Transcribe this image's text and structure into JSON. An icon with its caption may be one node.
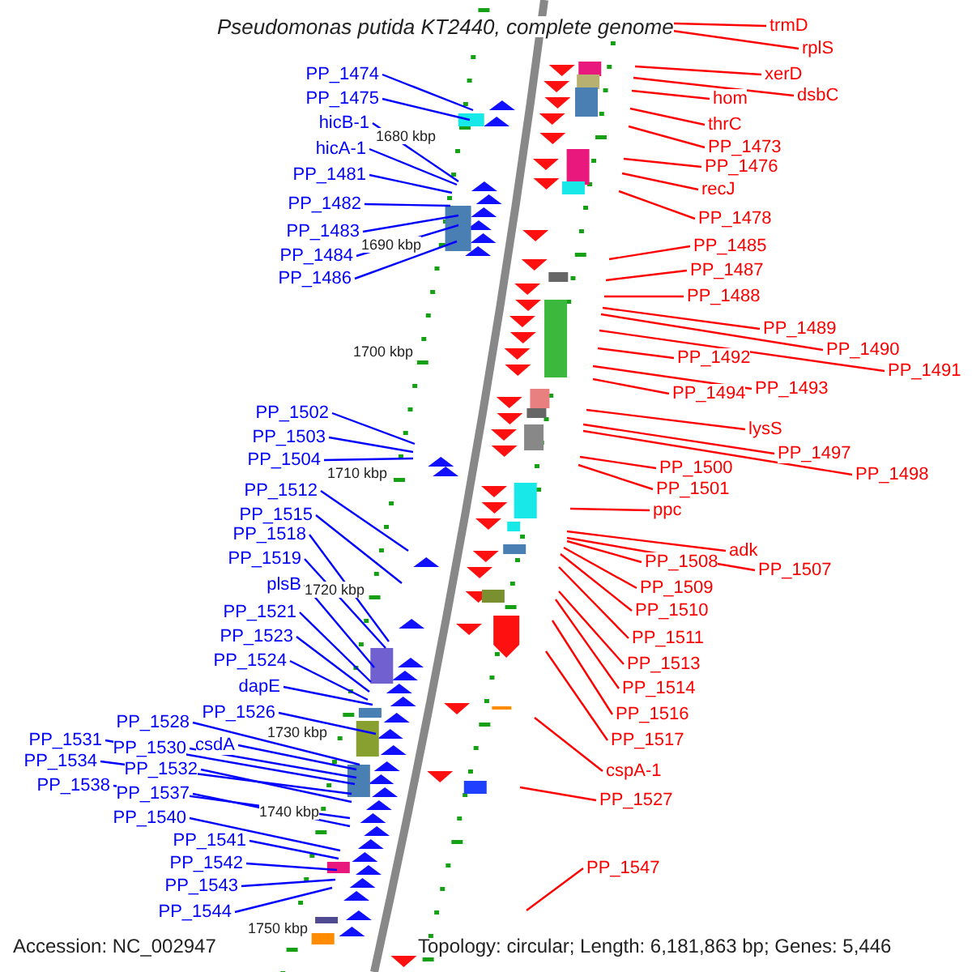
{
  "diagram": {
    "title": "Pseudomonas putida KT2440, complete genome",
    "nodes": [
      {
        "text": [
          "PP_1474"
        ]
      },
      {
        "text": [
          "PP_1475"
        ]
      },
      {
        "text": [
          "hicB-1"
        ]
      },
      {
        "text": [
          "hicA-1"
        ]
      },
      {
        "text": [
          "PP_1481"
        ]
      },
      {
        "text": [
          "PP_1482"
        ]
      },
      {
        "text": [
          "PP_1483"
        ]
      },
      {
        "text": [
          "PP_1484"
        ]
      },
      {
        "text": [
          "PP_1486"
        ]
      },
      {
        "text": [
          "PP_1502"
        ]
      },
      {
        "text": [
          "PP_1503"
        ]
      },
      {
        "text": [
          "PP_1504"
        ]
      },
      {
        "text": [
          "PP_1512"
        ]
      },
      {
        "text": [
          "PP_1515"
        ]
      },
      {
        "text": [
          "PP_1518"
        ]
      },
      {
        "text": [
          "PP_1519"
        ]
      },
      {
        "text": [
          "plsB"
        ]
      },
      {
        "text": [
          "PP_1521"
        ]
      },
      {
        "text": [
          "PP_1523"
        ]
      },
      {
        "text": [
          "PP_1524"
        ]
      },
      {
        "text": [
          "dapE"
        ]
      },
      {
        "text": [
          "PP_1526"
        ]
      },
      {
        "text": [
          "PP_1528"
        ]
      },
      {
        "text": [
          "PP_1531"
        ]
      },
      {
        "text": [
          "PP_1530"
        ]
      },
      {
        "text": [
          "csdA"
        ]
      },
      {
        "text": [
          "PP_1534"
        ]
      },
      {
        "text": [
          "PP_1532"
        ]
      },
      {
        "text": [
          "PP_1538"
        ]
      },
      {
        "text": [
          "PP_1537"
        ]
      },
      {
        "text": [
          "PP_1540"
        ]
      },
      {
        "text": [
          "PP_1541"
        ]
      },
      {
        "text": [
          "PP_1542"
        ]
      },
      {
        "text": [
          "PP_1543"
        ]
      },
      {
        "text": [
          "PP_1544"
        ]
      },
      {
        "text": [
          "trmD"
        ]
      },
      {
        "text": [
          "rplS"
        ]
      },
      {
        "text": [
          "xerD"
        ]
      },
      {
        "text": [
          "dsbC"
        ]
      },
      {
        "text": [
          "hom"
        ]
      },
      {
        "text": [
          "thrC"
        ]
      },
      {
        "text": [
          "PP_1473"
        ]
      },
      {
        "text": [
          "PP_1476"
        ]
      },
      {
        "text": [
          "recJ"
        ]
      },
      {
        "text": [
          "PP_1478"
        ]
      },
      {
        "text": [
          "PP_1485"
        ]
      },
      {
        "text": [
          "PP_1487"
        ]
      },
      {
        "text": [
          "PP_1488"
        ]
      },
      {
        "text": [
          "PP_1489"
        ]
      },
      {
        "text": [
          "PP_1490"
        ]
      },
      {
        "text": [
          "PP_1491"
        ]
      },
      {
        "text": [
          "PP_1492"
        ]
      },
      {
        "text": [
          "PP_1493"
        ]
      },
      {
        "text": [
          "PP_1494"
        ]
      },
      {
        "text": [
          "lysS"
        ]
      },
      {
        "text": [
          "PP_1497"
        ]
      },
      {
        "text": [
          "PP_1498"
        ]
      },
      {
        "text": [
          "PP_1500"
        ]
      },
      {
        "text": [
          "PP_1501"
        ]
      },
      {
        "text": [
          "ppc"
        ]
      },
      {
        "text": [
          "adk"
        ]
      },
      {
        "text": [
          "PP_1507"
        ]
      },
      {
        "text": [
          "PP_1508"
        ]
      },
      {
        "text": [
          "PP_1509"
        ]
      },
      {
        "text": [
          "PP_1510"
        ]
      },
      {
        "text": [
          "PP_1511"
        ]
      },
      {
        "text": [
          "PP_1513"
        ]
      },
      {
        "text": [
          "PP_1514"
        ]
      },
      {
        "text": [
          "PP_1516"
        ]
      },
      {
        "text": [
          "PP_1517"
        ]
      },
      {
        "text": [
          "cspA-1"
        ]
      },
      {
        "text": [
          "PP_1527"
        ]
      },
      {
        "text": [
          "PP_1547"
        ]
      }
    ],
    "edges": [
      {
        "from": 0,
        "to": null,
        "arrow": "none",
        "color": "#0000ff"
      },
      {
        "from": 1,
        "to": null,
        "arrow": "none",
        "color": "#0000ff"
      },
      {
        "from": 2,
        "to": null,
        "arrow": "none",
        "color": "#0000ff"
      },
      {
        "from": 3,
        "to": null,
        "arrow": "none",
        "color": "#0000ff"
      },
      {
        "from": 4,
        "to": null,
        "arrow": "none",
        "color": "#0000ff"
      },
      {
        "from": 5,
        "to": null,
        "arrow": "none",
        "color": "#0000ff"
      },
      {
        "from": 6,
        "to": null,
        "arrow": "none",
        "color": "#0000ff"
      },
      {
        "from": 7,
        "to": null,
        "arrow": "none",
        "color": "#0000ff"
      },
      {
        "from": 8,
        "to": null,
        "arrow": "none",
        "color": "#0000ff"
      },
      {
        "from": 9,
        "to": null,
        "arrow": "none",
        "color": "#0000ff"
      },
      {
        "from": 10,
        "to": null,
        "arrow": "none",
        "color": "#0000ff"
      },
      {
        "from": 11,
        "to": null,
        "arrow": "none",
        "color": "#0000ff"
      },
      {
        "from": 12,
        "to": null,
        "arrow": "none",
        "color": "#0000ff"
      },
      {
        "from": 13,
        "to": null,
        "arrow": "none",
        "color": "#0000ff"
      },
      {
        "from": 14,
        "to": null,
        "arrow": "none",
        "color": "#0000ff"
      },
      {
        "from": 15,
        "to": null,
        "arrow": "none",
        "color": "#0000ff"
      },
      {
        "from": 16,
        "to": null,
        "arrow": "none",
        "color": "#0000ff"
      },
      {
        "from": 17,
        "to": null,
        "arrow": "none",
        "color": "#0000ff"
      },
      {
        "from": 18,
        "to": null,
        "arrow": "none",
        "color": "#0000ff"
      },
      {
        "from": 19,
        "to": null,
        "arrow": "none",
        "color": "#0000ff"
      },
      {
        "from": 20,
        "to": null,
        "arrow": "none",
        "color": "#0000ff"
      },
      {
        "from": 21,
        "to": null,
        "arrow": "none",
        "color": "#0000ff"
      },
      {
        "from": 22,
        "to": null,
        "arrow": "none",
        "color": "#0000ff"
      },
      {
        "from": 23,
        "to": null,
        "arrow": "none",
        "color": "#0000ff"
      },
      {
        "from": 24,
        "to": null,
        "arrow": "none",
        "color": "#0000ff"
      },
      {
        "from": 25,
        "to": null,
        "arrow": "none",
        "color": "#0000ff"
      },
      {
        "from": 26,
        "to": null,
        "arrow": "none",
        "color": "#0000ff"
      },
      {
        "from": 27,
        "to": null,
        "arrow": "none",
        "color": "#0000ff"
      },
      {
        "from": 28,
        "to": null,
        "arrow": "none",
        "color": "#0000ff"
      },
      {
        "from": 29,
        "to": null,
        "arrow": "none",
        "color": "#0000ff"
      },
      {
        "from": 30,
        "to": null,
        "arrow": "none",
        "color": "#0000ff"
      },
      {
        "from": 31,
        "to": null,
        "arrow": "none",
        "color": "#0000ff"
      },
      {
        "from": 32,
        "to": null,
        "arrow": "none",
        "color": "#0000ff"
      },
      {
        "from": 33,
        "to": null,
        "arrow": "none",
        "color": "#0000ff"
      },
      {
        "from": 34,
        "to": null,
        "arrow": "none",
        "color": "#0000ff"
      },
      {
        "from": 35,
        "to": null,
        "arrow": "none"
      },
      {
        "from": 36,
        "to": null,
        "arrow": "none"
      },
      {
        "from": 37,
        "to": null,
        "arrow": "none"
      },
      {
        "from": 38,
        "to": null,
        "arrow": "none"
      },
      {
        "from": 39,
        "to": null,
        "arrow": "none"
      },
      {
        "from": 40,
        "to": null,
        "arrow": "none"
      },
      {
        "from": 41,
        "to": null,
        "arrow": "none"
      },
      {
        "from": 42,
        "to": null,
        "arrow": "none"
      },
      {
        "from": 43,
        "to": null,
        "arrow": "none"
      },
      {
        "from": 44,
        "to": null,
        "arrow": "none"
      },
      {
        "from": 45,
        "to": null,
        "arrow": "none"
      },
      {
        "from": 46,
        "to": null,
        "arrow": "none"
      },
      {
        "from": 47,
        "to": null,
        "arrow": "none"
      },
      {
        "from": 48,
        "to": null,
        "arrow": "none"
      },
      {
        "from": 49,
        "to": null,
        "arrow": "none"
      },
      {
        "from": 50,
        "to": null,
        "arrow": "none"
      },
      {
        "from": 51,
        "to": null,
        "arrow": "none"
      },
      {
        "from": 52,
        "to": null,
        "arrow": "none"
      },
      {
        "from": 53,
        "to": null,
        "arrow": "none"
      },
      {
        "from": 54,
        "to": null,
        "arrow": "none"
      },
      {
        "from": 55,
        "to": null,
        "arrow": "none"
      },
      {
        "from": 56,
        "to": null,
        "arrow": "none"
      },
      {
        "from": 57,
        "to": null,
        "arrow": "none"
      },
      {
        "from": 58,
        "to": null,
        "arrow": "none"
      },
      {
        "from": 59,
        "to": null,
        "arrow": "none"
      },
      {
        "from": 60,
        "to": null,
        "arrow": "none"
      },
      {
        "from": 61,
        "to": null,
        "arrow": "none"
      },
      {
        "from": 62,
        "to": null,
        "arrow": "none"
      },
      {
        "from": 63,
        "to": null,
        "arrow": "none"
      },
      {
        "from": 64,
        "to": null,
        "arrow": "none"
      },
      {
        "from": 65,
        "to": null,
        "arrow": "none"
      },
      {
        "from": 66,
        "to": null,
        "arrow": "none"
      },
      {
        "from": 67,
        "to": null,
        "arrow": "none"
      },
      {
        "from": 68,
        "to": null,
        "arrow": "none"
      },
      {
        "from": 69,
        "to": null,
        "arrow": "none"
      },
      {
        "from": 70,
        "to": null,
        "arrow": "none"
      },
      {
        "from": 71,
        "to": null,
        "arrow": "none"
      },
      {
        "from": 72,
        "to": null,
        "arrow": "none"
      }
    ],
    "labels": [
      "1680 kbp",
      "1690 kbp",
      "1700 kbp",
      "1710 kbp",
      "1720 kbp",
      "1730 kbp",
      "1740 kbp",
      "1750 kbp",
      "Accession: NC_002947",
      "Topology: circular; Length: 6,181,863 bp; Genes: 5,446"
    ]
  }
}
